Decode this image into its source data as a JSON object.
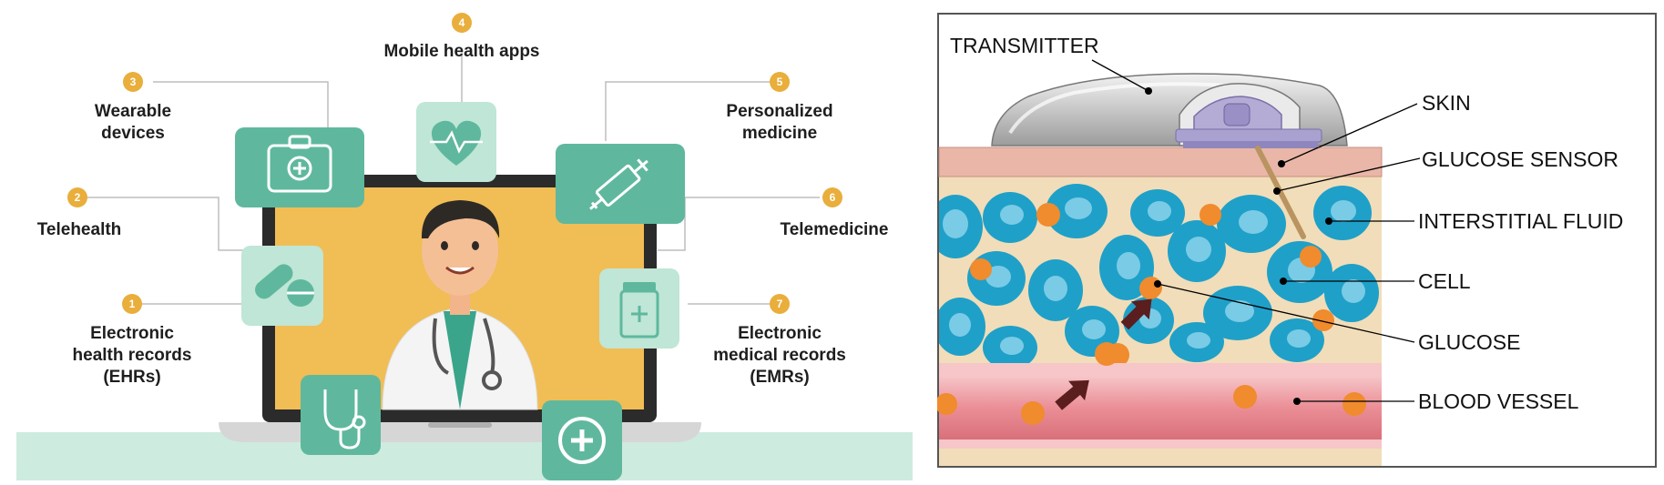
{
  "left": {
    "items": [
      {
        "num": "1",
        "lines": [
          "Electronic",
          "health records",
          "(EHRs)"
        ]
      },
      {
        "num": "2",
        "lines": [
          "Telehealth"
        ]
      },
      {
        "num": "3",
        "lines": [
          "Wearable",
          "devices"
        ]
      },
      {
        "num": "4",
        "lines": [
          "Mobile health apps"
        ]
      },
      {
        "num": "5",
        "lines": [
          "Personalized",
          "medicine"
        ]
      },
      {
        "num": "6",
        "lines": [
          "Telemedicine"
        ]
      },
      {
        "num": "7",
        "lines": [
          "Electronic",
          "medical records",
          "(EMRs)"
        ]
      }
    ]
  },
  "right": {
    "labels": {
      "transmitter": "TRANSMITTER",
      "skin": "SKIN",
      "glucose_sensor": "GLUCOSE SENSOR",
      "interstitial_fluid": "INTERSTITIAL FLUID",
      "cell": "CELL",
      "glucose": "GLUCOSE",
      "blood_vessel": "BLOOD VESSEL"
    }
  },
  "colors": {
    "accent_gold": "#E9AE3B",
    "mint": "#5FB89D",
    "mint_light": "#BFE6D6",
    "screen_yellow": "#F1BD55",
    "skin": "#E9B6A8",
    "fluid": "#F1DDB9",
    "cell_blue": "#1FA0C8",
    "glucose_orange": "#F08B2E",
    "vessel_red": "#EB8E96"
  }
}
